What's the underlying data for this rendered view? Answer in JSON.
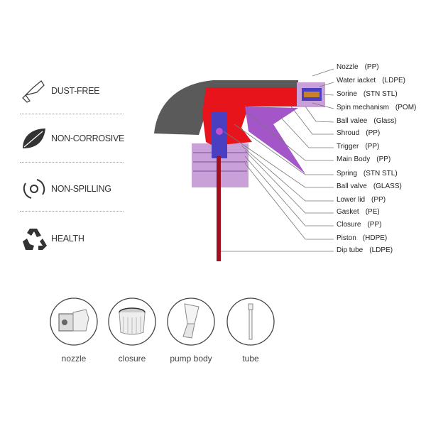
{
  "features": [
    {
      "label": "DUST-FREE",
      "icon": "spray-nozzle-icon"
    },
    {
      "label": "NON-CORROSIVE",
      "icon": "leaf-icon"
    },
    {
      "label": "NON-SPILLING",
      "icon": "cycle-icon"
    },
    {
      "label": "HEALTH",
      "icon": "recycle-icon"
    }
  ],
  "parts": [
    {
      "name": "Nozzle",
      "material": "(PP)"
    },
    {
      "name": "Water iacket",
      "material": "(LDPE)"
    },
    {
      "name": "Sorine",
      "material": "(STN STL)"
    },
    {
      "name": "Spin mechanism",
      "material": "(POM)"
    },
    {
      "name": "Ball valee",
      "material": "(Glass)"
    },
    {
      "name": "Shroud",
      "material": "(PP)"
    },
    {
      "name": "Trigger",
      "material": "(PP)"
    },
    {
      "name": "Main Body",
      "material": "(PP)"
    },
    {
      "name": "Spring",
      "material": "(STN STL)"
    },
    {
      "name": "Ball valve",
      "material": "(GLASS)"
    },
    {
      "name": "Lower lid",
      "material": "(PP)"
    },
    {
      "name": "Gasket",
      "material": "(PE)"
    },
    {
      "name": "Closure",
      "material": "(PP)"
    },
    {
      "name": "Piston",
      "material": "(HDPE)"
    },
    {
      "name": "Dip tube",
      "material": "(LDPE)"
    }
  ],
  "components": [
    {
      "label": "nozzle"
    },
    {
      "label": "closure"
    },
    {
      "label": "pump body"
    },
    {
      "label": "tube"
    }
  ],
  "colors": {
    "shroud": "#555555",
    "body": "#e8141c",
    "purple": "#a455c8",
    "blue": "#4a3fc0",
    "cap": "#c9a0d8"
  }
}
